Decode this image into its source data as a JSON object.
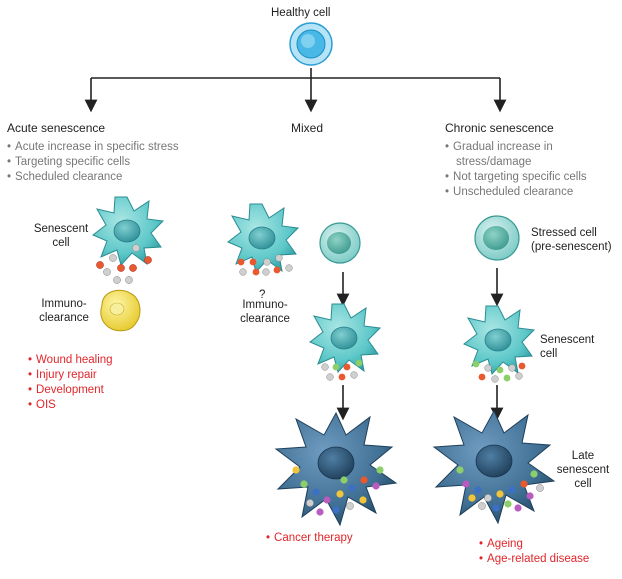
{
  "root": {
    "label": "Healthy cell"
  },
  "branches": {
    "acute": {
      "title": "Acute senescence",
      "features": [
        "Acute increase in specific stress",
        "Targeting specific cells",
        "Scheduled clearance"
      ],
      "senescent_label": [
        "Senescent",
        "cell"
      ],
      "immuno_label": [
        "Immuno-",
        "clearance"
      ],
      "outcomes": [
        "Wound healing",
        "Injury repair",
        "Development",
        "OIS"
      ]
    },
    "mixed": {
      "title": "Mixed",
      "question": "?",
      "immuno_label": [
        "Immuno-",
        "clearance"
      ],
      "outcomes": [
        "Cancer therapy"
      ]
    },
    "chronic": {
      "title": "Chronic senescence",
      "features": [
        "Gradual increase in",
        "stress/damage",
        "Not targeting specific cells",
        "Unscheduled clearance"
      ],
      "stressed_label": [
        "Stressed cell",
        "(pre-senescent)"
      ],
      "senescent_label": [
        "Senescent",
        "cell"
      ],
      "late_label": [
        "Late",
        "senescent",
        "cell"
      ],
      "outcomes": [
        "Ageing",
        "Age-related disease"
      ]
    }
  },
  "colors": {
    "highlight": "#e1262b",
    "feature_text": "#777777",
    "senescent_cell": "#5cc7c8",
    "late_cell": "#3f6f93",
    "immune_cell": "#f2e24a",
    "healthy_cell": "#48b8e6"
  }
}
